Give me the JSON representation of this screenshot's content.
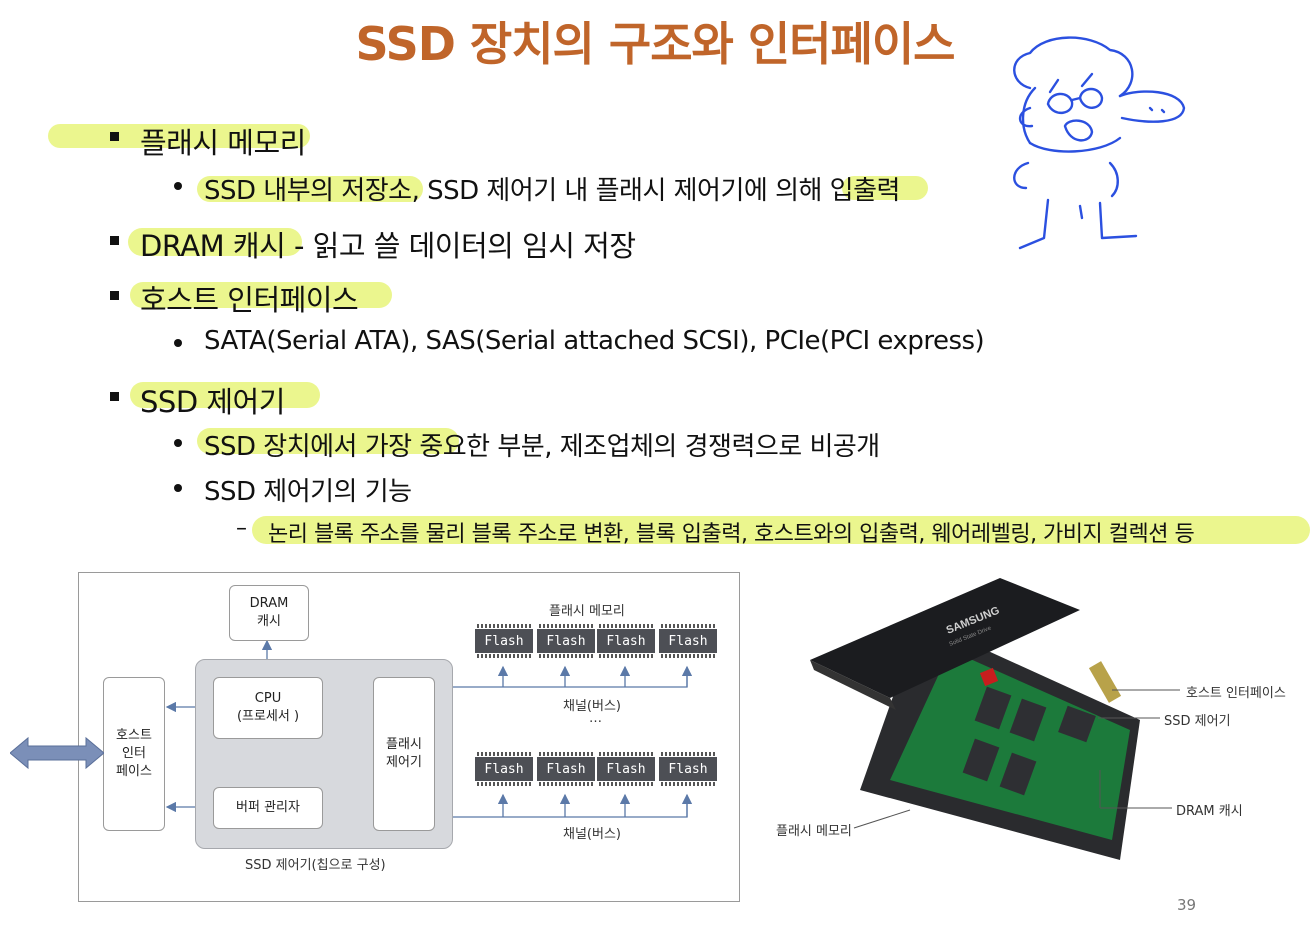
{
  "title": "SSD 장치의 구조와 인터페이스",
  "bullets": {
    "b1": "플래시 메모리",
    "b1_sub": "SSD 내부의 저장소, SSD 제어기 내 플래시 제어기에 의해 입출력",
    "b2": "DRAM 캐시 - 읽고 쓸 데이터의 임시 저장",
    "b3": "호스트 인터페이스",
    "b3_sub": "SATA(Serial ATA), SAS(Serial attached SCSI), PCIe(PCI express)",
    "b4": "SSD 제어기",
    "b4_sub1": "SSD 장치에서 가장 중요한 부분, 제조업체의 경쟁력으로 비공개",
    "b4_sub2": "SSD 제어기의 기능",
    "b4_sub2_item": "논리 블록 주소를 물리 블록 주소로 변환, 블록 입출력, 호스트와의 입출력, 웨어레벨링, 가비지 컬렉션 등",
    "dash": "–"
  },
  "diagram": {
    "dram": "DRAM\n캐시",
    "host": "호스트\n인터\n페이스",
    "cpu": "CPU\n(프로세서 )",
    "buffer": "버퍼 관리자",
    "flash_ctrl": "플래시\n제어기",
    "controller_caption": "SSD 제어기(칩으로 구성)",
    "flash_memory": "플래시 메모리",
    "chip": "Flash",
    "bus1": "채널(버스)",
    "bus2": "채널(버스)",
    "ellipsis": "…"
  },
  "photo": {
    "brand": "SAMSUNG",
    "brand_sub": "Solid State Drive",
    "label_host": "호스트 인터페이스",
    "label_ctrl": "SSD 제어기",
    "label_dram": "DRAM 캐시",
    "label_flash": "플래시 메모리"
  },
  "page_number": "39"
}
